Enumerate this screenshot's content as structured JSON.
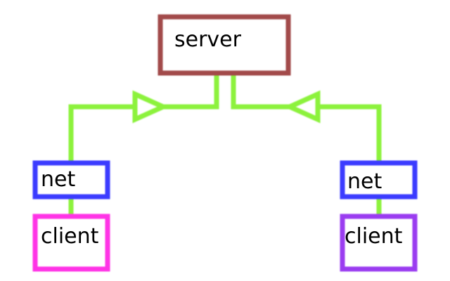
{
  "nodes": {
    "server": {
      "label": "server",
      "color": "#a24a4a"
    },
    "net_left": {
      "label": "net",
      "color": "#3b3bff"
    },
    "client_left": {
      "label": "client",
      "color": "#ff33e6"
    },
    "net_right": {
      "label": "net",
      "color": "#3b3bff"
    },
    "client_right": {
      "label": "client",
      "color": "#9a3cf0"
    }
  },
  "connector_color": "#8cf23c"
}
